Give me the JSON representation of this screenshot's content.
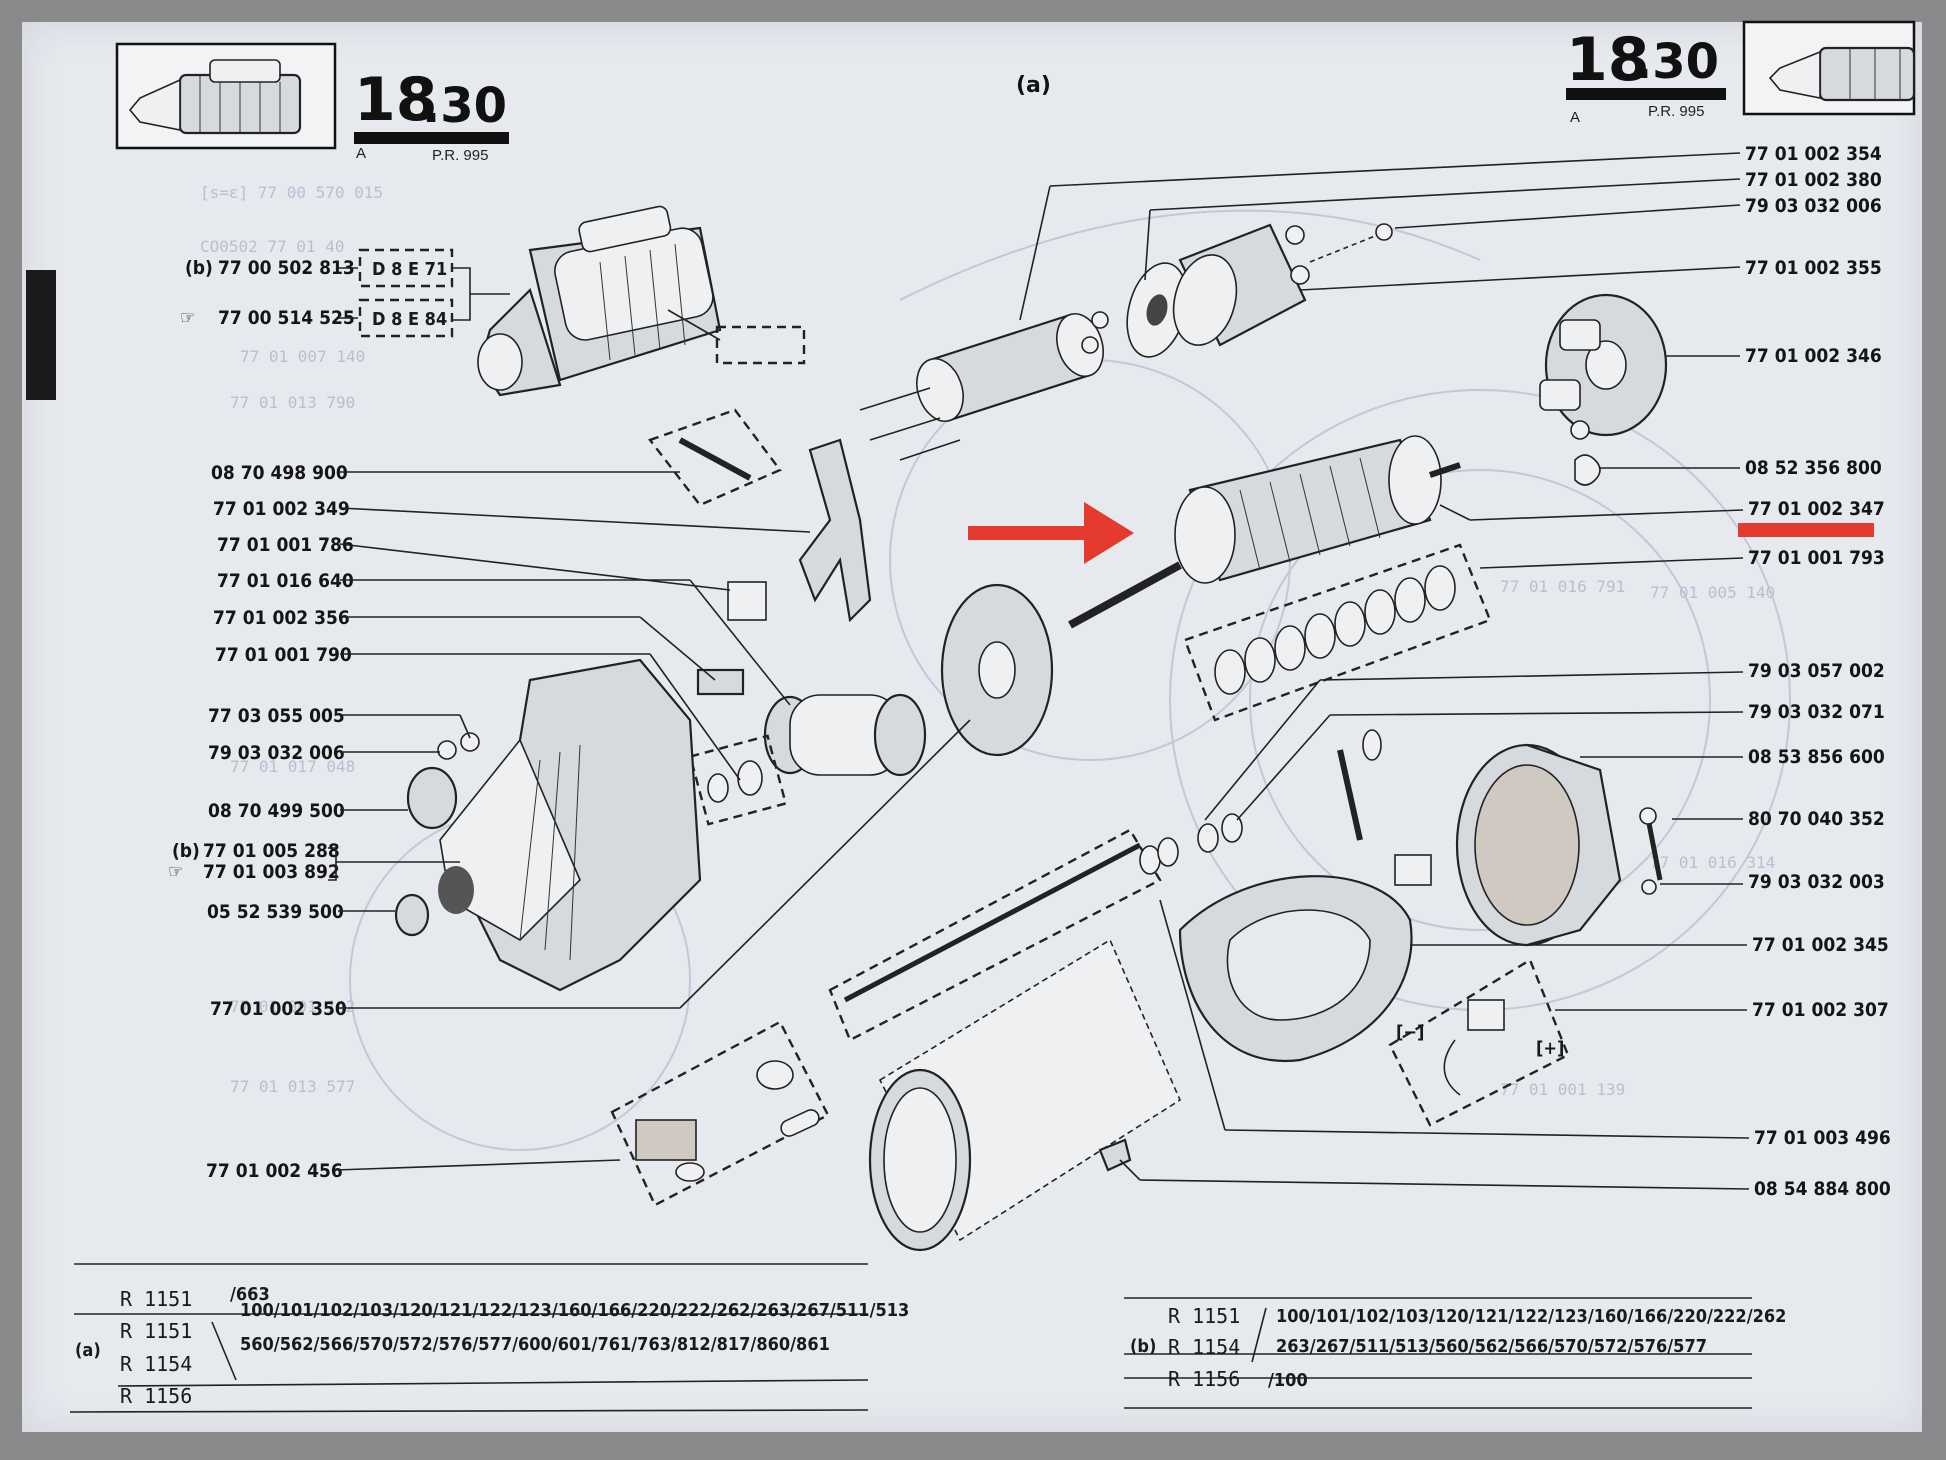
{
  "header_left": {
    "number_big": "18",
    "number_small": ".30",
    "variant": "A",
    "pr": "P.R. 995"
  },
  "header_right": {
    "number_big": "18",
    "number_small": ".30",
    "variant": "A",
    "pr": "P.R. 995"
  },
  "figure_label": "(a)",
  "left_refs": [
    "77 00 502 813",
    "77 00 514 525",
    "08 70 498 900",
    "77 01 002 349",
    "77 01 001 786",
    "77 01 016 640",
    "77 01 002 356",
    "77 01 001 790",
    "77 03 055 005",
    "79 03 032 006",
    "08 70 499 500",
    "77 01 005 288",
    "77 01 003 892",
    "05 52 539 500",
    "77 01 002 350",
    "77 01 002 456"
  ],
  "left_ref_prefixes": {
    "b": "(b)",
    "hand": "☞"
  },
  "codes": {
    "c1": "D 8 E 71",
    "c2": "D 8 E 84"
  },
  "right_refs": [
    "77 01 002 354",
    "77 01 002 380",
    "79 03 032 006",
    "77 01 002 355",
    "77 01 002 346",
    "08 52 356 800",
    "77 01 002 347",
    "77 01 001 793",
    "79 03 057 002",
    "79 03 032 071",
    "08 53 856 600",
    "80 70 040 352",
    "79 03 032 003",
    "77 01 002 345",
    "77 01 002 307",
    "77 01 003 496",
    "08 54 884 800"
  ],
  "brush_signs": {
    "minus": "[−]",
    "plus": "[+]"
  },
  "table_a": {
    "label": "(a)",
    "rows": [
      {
        "model": "R 1151",
        "codes": "/663"
      },
      {
        "model": "R 1151",
        "codes": "100/101/102/103/120/121/122/123/160/166/220/222/262/263/267/511/513"
      },
      {
        "model": "R 1154",
        "codes": "560/562/566/570/572/576/577/600/601/761/763/812/817/860/861"
      },
      {
        "model": "R 1156",
        "codes": ""
      }
    ]
  },
  "table_b": {
    "label": "(b)",
    "rows": [
      {
        "model": "R 1151",
        "codes": "100/101/102/103/120/121/122/123/160/166/220/222/262"
      },
      {
        "model": "R 1154",
        "codes": "263/267/511/513/560/562/566/570/572/576/577"
      },
      {
        "model": "R 1156",
        "codes": "/100"
      }
    ]
  },
  "colors": {
    "annotation_red": "#e53a2e",
    "ink": "#151515",
    "paper": "#e6e9ee"
  },
  "icons": [
    "starter-motor-thumbnail",
    "arrow-annotation",
    "underline-annotation",
    "hand-pointer-icon"
  ]
}
